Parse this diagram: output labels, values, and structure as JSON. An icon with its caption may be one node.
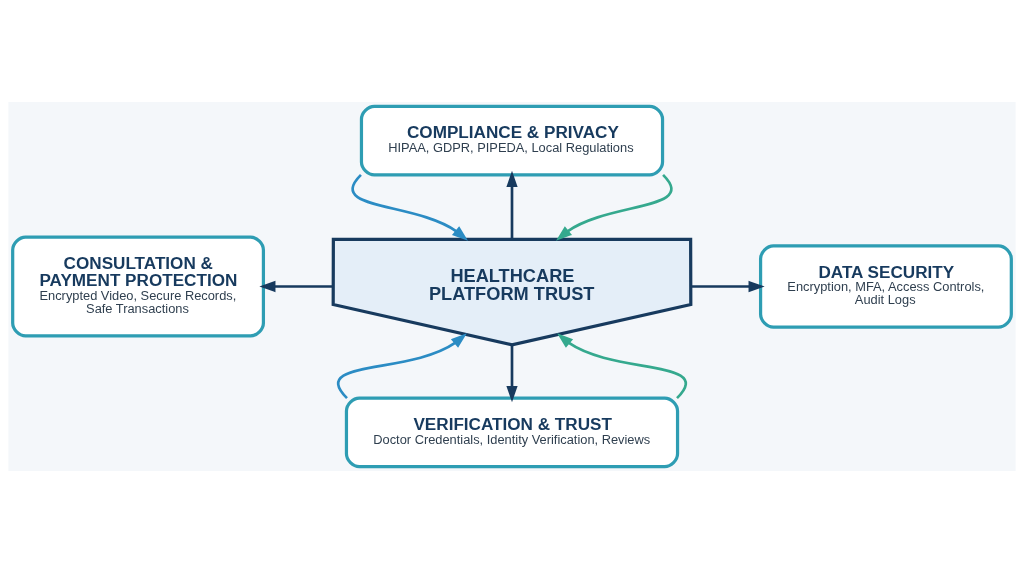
{
  "diagram": {
    "nodes": [
      {
        "text": [
          "COMPLIANCE & PRIVACY",
          "HIPAA, GDPR, PIPEDA, Local Regulations"
        ]
      },
      {
        "text": [
          "CONSULTATION & PAYMENT PROTECTION",
          "Encrypted Video, Secure Records, Safe Transactions"
        ]
      },
      {
        "text": [
          "HEALTHCARE PLATFORM TRUST"
        ]
      },
      {
        "text": [
          "DATA SECURITY",
          "Encryption, MFA, Access Controls, Audit Logs"
        ]
      },
      {
        "text": [
          "VERIFICATION & TRUST",
          "Doctor Credentials, Identity Verification, Reviews"
        ]
      }
    ],
    "edges": [
      {
        "from": 2,
        "to": 0,
        "arrow": "to"
      },
      {
        "from": 2,
        "to": 1,
        "arrow": "to"
      },
      {
        "from": 2,
        "to": 3,
        "arrow": "to"
      },
      {
        "from": 2,
        "to": 4,
        "arrow": "to"
      },
      {
        "from": 0,
        "to": 2,
        "arrow": "to",
        "color": "#2b8cc4"
      },
      {
        "from": 0,
        "to": 2,
        "arrow": "to",
        "color": "#35a98e"
      },
      {
        "from": 4,
        "to": 2,
        "arrow": "to",
        "color": "#2b8cc4"
      },
      {
        "from": 4,
        "to": 2,
        "arrow": "to",
        "color": "#35a98e"
      }
    ]
  }
}
